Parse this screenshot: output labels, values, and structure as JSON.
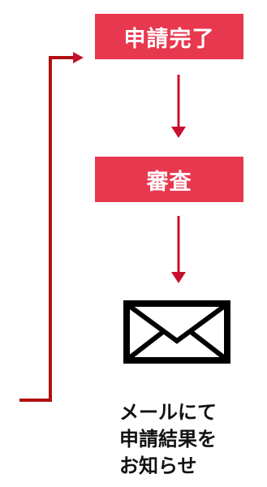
{
  "flow": {
    "steps": [
      {
        "label": "申請完了"
      },
      {
        "label": "審査"
      }
    ],
    "result_text": [
      "メールにて",
      "申請結果を",
      "お知らせ"
    ]
  },
  "colors": {
    "step_fill": "#e8384f",
    "step_text": "#ffffff",
    "down_arrow": "#c8102e",
    "loop_line": "#b01010",
    "text": "#111111"
  },
  "icons": {
    "result": "envelope-icon"
  }
}
